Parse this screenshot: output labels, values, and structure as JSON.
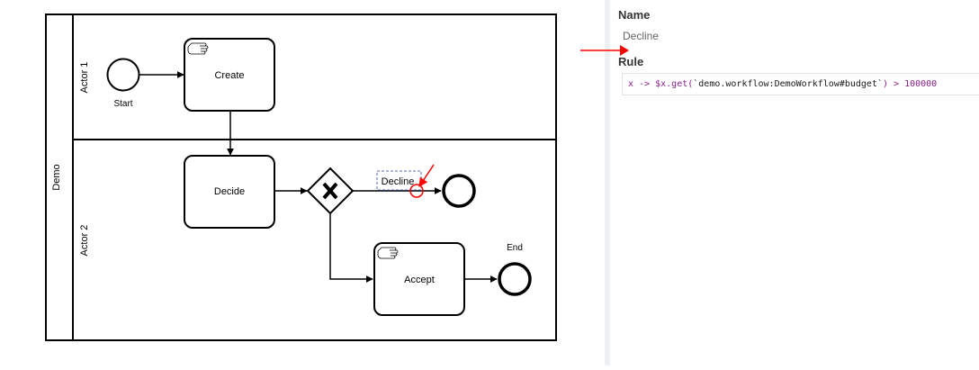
{
  "diagram": {
    "pool_label": "Demo",
    "lanes": [
      {
        "label": "Actor 1"
      },
      {
        "label": "Actor 2"
      }
    ],
    "events": {
      "start_label": "Start",
      "end_label": "End"
    },
    "tasks": {
      "create": "Create",
      "decide": "Decide",
      "accept": "Accept"
    },
    "flows": {
      "decline_label": "Decline"
    },
    "colors": {
      "stroke": "#000000",
      "annotation": "#ff0000",
      "selection": "#5b6bbf"
    }
  },
  "properties": {
    "name_heading": "Name",
    "name_value": "Decline",
    "rule_heading": "Rule",
    "rule": {
      "part1": "x -> $x.",
      "part2": "get(",
      "part3": "`demo.workflow:DemoWorkflow#budget`",
      "part4": ") > ",
      "part5": "100000"
    }
  }
}
